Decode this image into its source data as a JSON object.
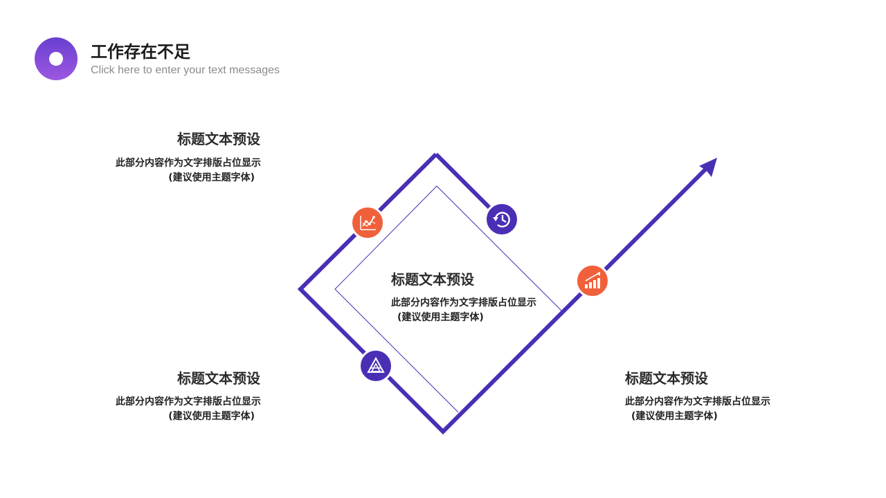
{
  "header": {
    "title": "工作存在不足",
    "subtitle": "Click here to enter your text messages"
  },
  "colors": {
    "purple": "#4a2fb5",
    "orange": "#f0603a"
  },
  "blocks": {
    "top_left": {
      "title": "标题文本预设",
      "line1": "此部分内容作为文字排版占位显示",
      "line2": "(建议使用主题字体)"
    },
    "bottom_left": {
      "title": "标题文本预设",
      "line1": "此部分内容作为文字排版占位显示",
      "line2": "(建议使用主题字体)"
    },
    "center": {
      "title": "标题文本预设",
      "line1": "此部分内容作为文字排版占位显示",
      "line2": "(建议使用主题字体)"
    },
    "bottom_right": {
      "title": "标题文本预设",
      "line1": "此部分内容作为文字排版占位显示",
      "line2": "(建议使用主题字体)"
    }
  },
  "icons": [
    "line-chart-icon",
    "history-icon",
    "triangle-icon",
    "bar-chart-up-icon"
  ]
}
